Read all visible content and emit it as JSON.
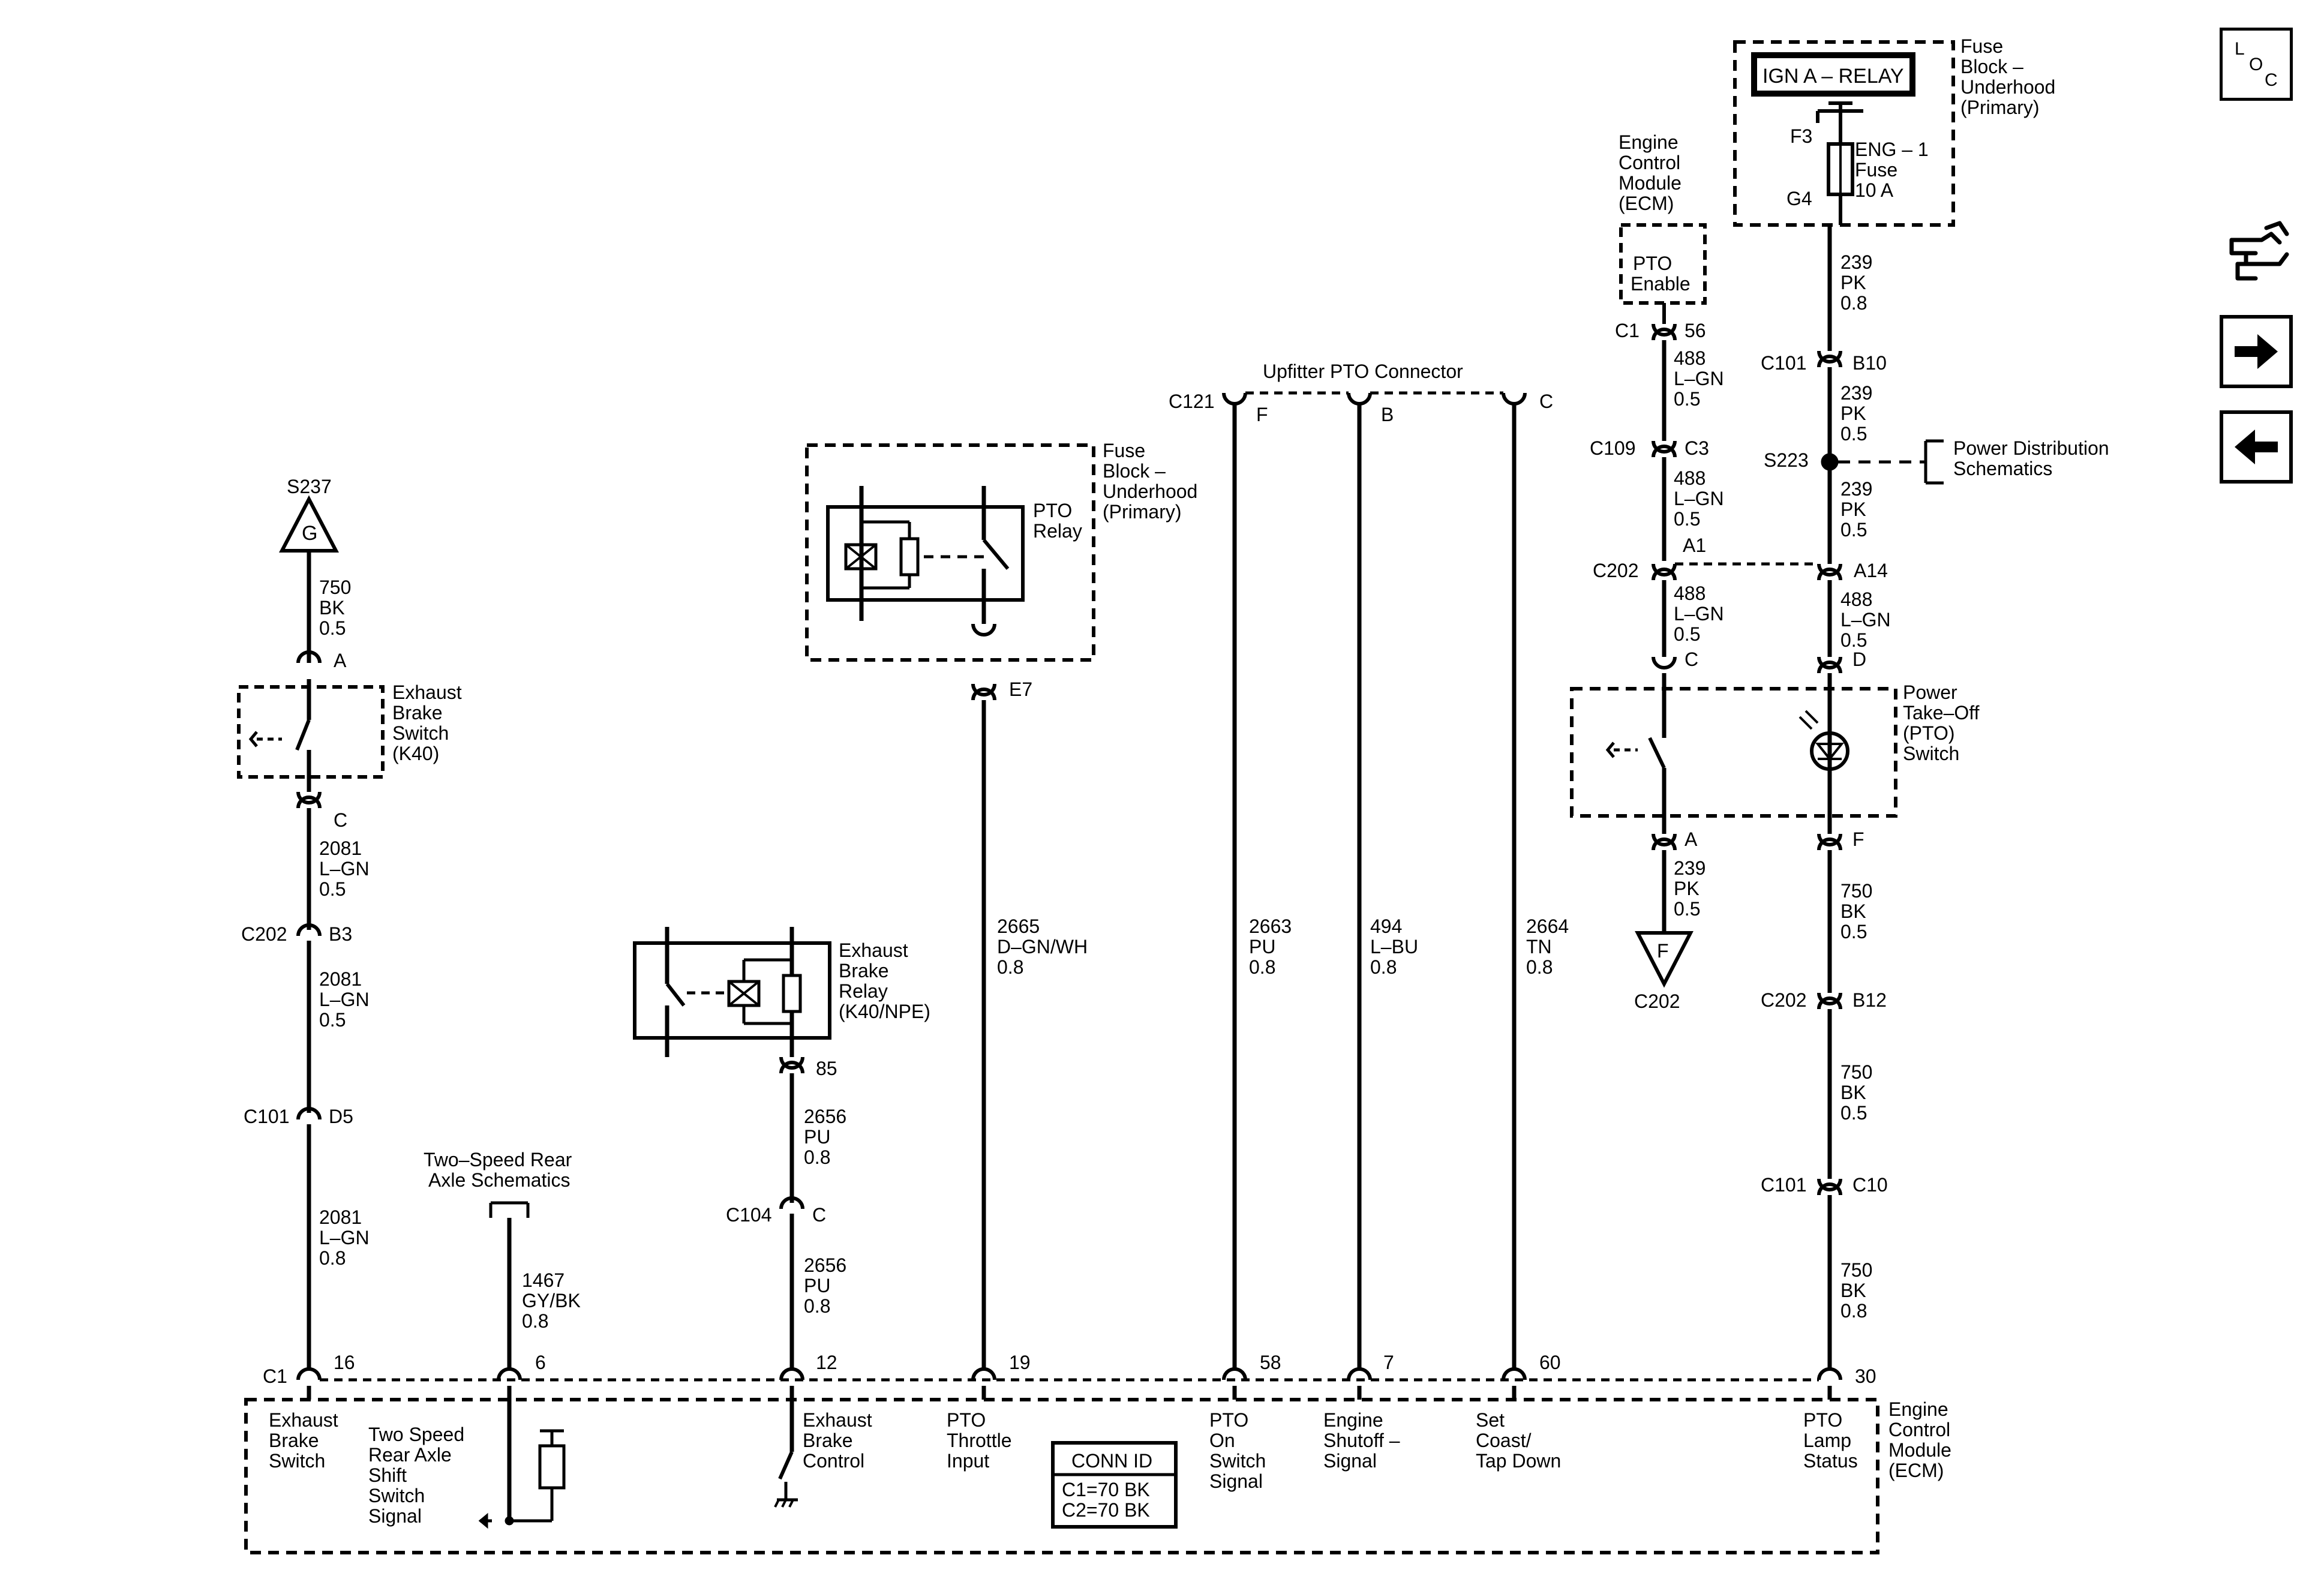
{
  "nav": {
    "loc_l": "L",
    "loc_o": "O",
    "loc_c": "C"
  },
  "labels": {
    "fuse_block_top": [
      "Fuse",
      "Block –",
      "Underhood",
      "(Primary)"
    ],
    "ign_relay": "IGN A – RELAY",
    "f3": "F3",
    "g4": "G4",
    "eng1_fuse": [
      "ENG – 1",
      "Fuse",
      "10 A"
    ],
    "ecm_top": [
      "Engine",
      "Control",
      "Module",
      "(ECM)"
    ],
    "pto_enable": [
      "PTO",
      "Enable"
    ],
    "c1_56": [
      "C1",
      "56"
    ],
    "w_488_a": [
      "488",
      "L–GN",
      "0.5"
    ],
    "c109": [
      "C109",
      "C3"
    ],
    "w_488_b": [
      "488",
      "L–GN",
      "0.5"
    ],
    "w_239_a": [
      "239",
      "PK",
      "0.8"
    ],
    "c101_b10": [
      "C101",
      "B10"
    ],
    "w_239_b": [
      "239",
      "PK",
      "0.5"
    ],
    "s223": "S223",
    "power_dist": [
      "Power Distribution",
      "Schematics"
    ],
    "w_239_c": [
      "239",
      "PK",
      "0.5"
    ],
    "c202_a": [
      "C202",
      "A1",
      "A14"
    ],
    "w_488_c": [
      "488",
      "L–GN",
      "0.5"
    ],
    "w_488_d": [
      "488",
      "L–GN",
      "0.5"
    ],
    "pin_c": "C",
    "pin_d": "D",
    "pto_switch": [
      "Power",
      "Take–Off",
      "(PTO)",
      "Switch"
    ],
    "pin_a": "A",
    "pin_f": "F",
    "w_239_d": [
      "239",
      "PK",
      "0.5"
    ],
    "ground_f": "F",
    "c202_ground": "C202",
    "w_750_a": [
      "750",
      "BK",
      "0.5"
    ],
    "c202_b12": [
      "C202",
      "B12"
    ],
    "w_750_b": [
      "750",
      "BK",
      "0.5"
    ],
    "c101_c10": [
      "C101",
      "C10"
    ],
    "w_750_c": [
      "750",
      "BK",
      "0.8"
    ],
    "upfitter": "Upfitter PTO Connector",
    "c121": "C121",
    "pin_uf_f": "F",
    "pin_uf_b": "B",
    "pin_uf_c": "C",
    "w_2663": [
      "2663",
      "PU",
      "0.8"
    ],
    "w_494": [
      "494",
      "L–BU",
      "0.8"
    ],
    "w_2664": [
      "2664",
      "TN",
      "0.8"
    ],
    "fuse_block_mid": [
      "Fuse",
      "Block –",
      "Underhood",
      "(Primary)"
    ],
    "pto_relay": [
      "PTO",
      "Relay"
    ],
    "e7": "E7",
    "w_2665": [
      "2665",
      "D–GN/WH",
      "0.8"
    ],
    "s237": "S237",
    "g": "G",
    "w_750_top": [
      "750",
      "BK",
      "0.5"
    ],
    "pin_ex_a": "A",
    "exhaust_switch": [
      "Exhaust",
      "Brake",
      "Switch",
      "(K40)"
    ],
    "pin_ex_c": "C",
    "w_2081_a": [
      "2081",
      "L–GN",
      "0.5"
    ],
    "c202_b3": [
      "C202",
      "B3"
    ],
    "w_2081_b": [
      "2081",
      "L–GN",
      "0.5"
    ],
    "c101_d5": [
      "C101",
      "D5"
    ],
    "w_2081_c": [
      "2081",
      "L–GN",
      "0.8"
    ],
    "two_speed_ref": [
      "Two–Speed Rear",
      "Axle Schematics"
    ],
    "w_1467": [
      "1467",
      "GY/BK",
      "0.8"
    ],
    "exhaust_relay": [
      "Exhaust",
      "Brake",
      "Relay",
      "(K40/NPE)"
    ],
    "pin_85": "85",
    "w_2656_a": [
      "2656",
      "PU",
      "0.8"
    ],
    "c104": [
      "C104",
      "C"
    ],
    "w_2656_b": [
      "2656",
      "PU",
      "0.8"
    ],
    "ecm_pins": [
      "C1",
      "16",
      "6",
      "12",
      "19",
      "58",
      "7",
      "60",
      "30"
    ],
    "ecm_signals": {
      "exhaust_brake_switch": [
        "Exhaust",
        "Brake",
        "Switch"
      ],
      "two_speed": [
        "Two Speed",
        "Rear Axle",
        "Shift",
        "Switch",
        "Signal"
      ],
      "exhaust_brake_control": [
        "Exhaust",
        "Brake",
        "Control"
      ],
      "pto_throttle": [
        "PTO",
        "Throttle",
        "Input"
      ],
      "pto_on": [
        "PTO",
        "On",
        "Switch",
        "Signal"
      ],
      "engine_shutoff": [
        "Engine",
        "Shutoff –",
        "Signal"
      ],
      "set_coast": [
        "Set",
        "Coast/",
        "Tap Down"
      ],
      "pto_lamp": [
        "PTO",
        "Lamp",
        "Status"
      ]
    },
    "ecm_bottom": [
      "Engine",
      "Control",
      "Module",
      "(ECM)"
    ],
    "conn_id": [
      "CONN ID",
      "C1=70 BK",
      "C2=70 BK"
    ]
  }
}
